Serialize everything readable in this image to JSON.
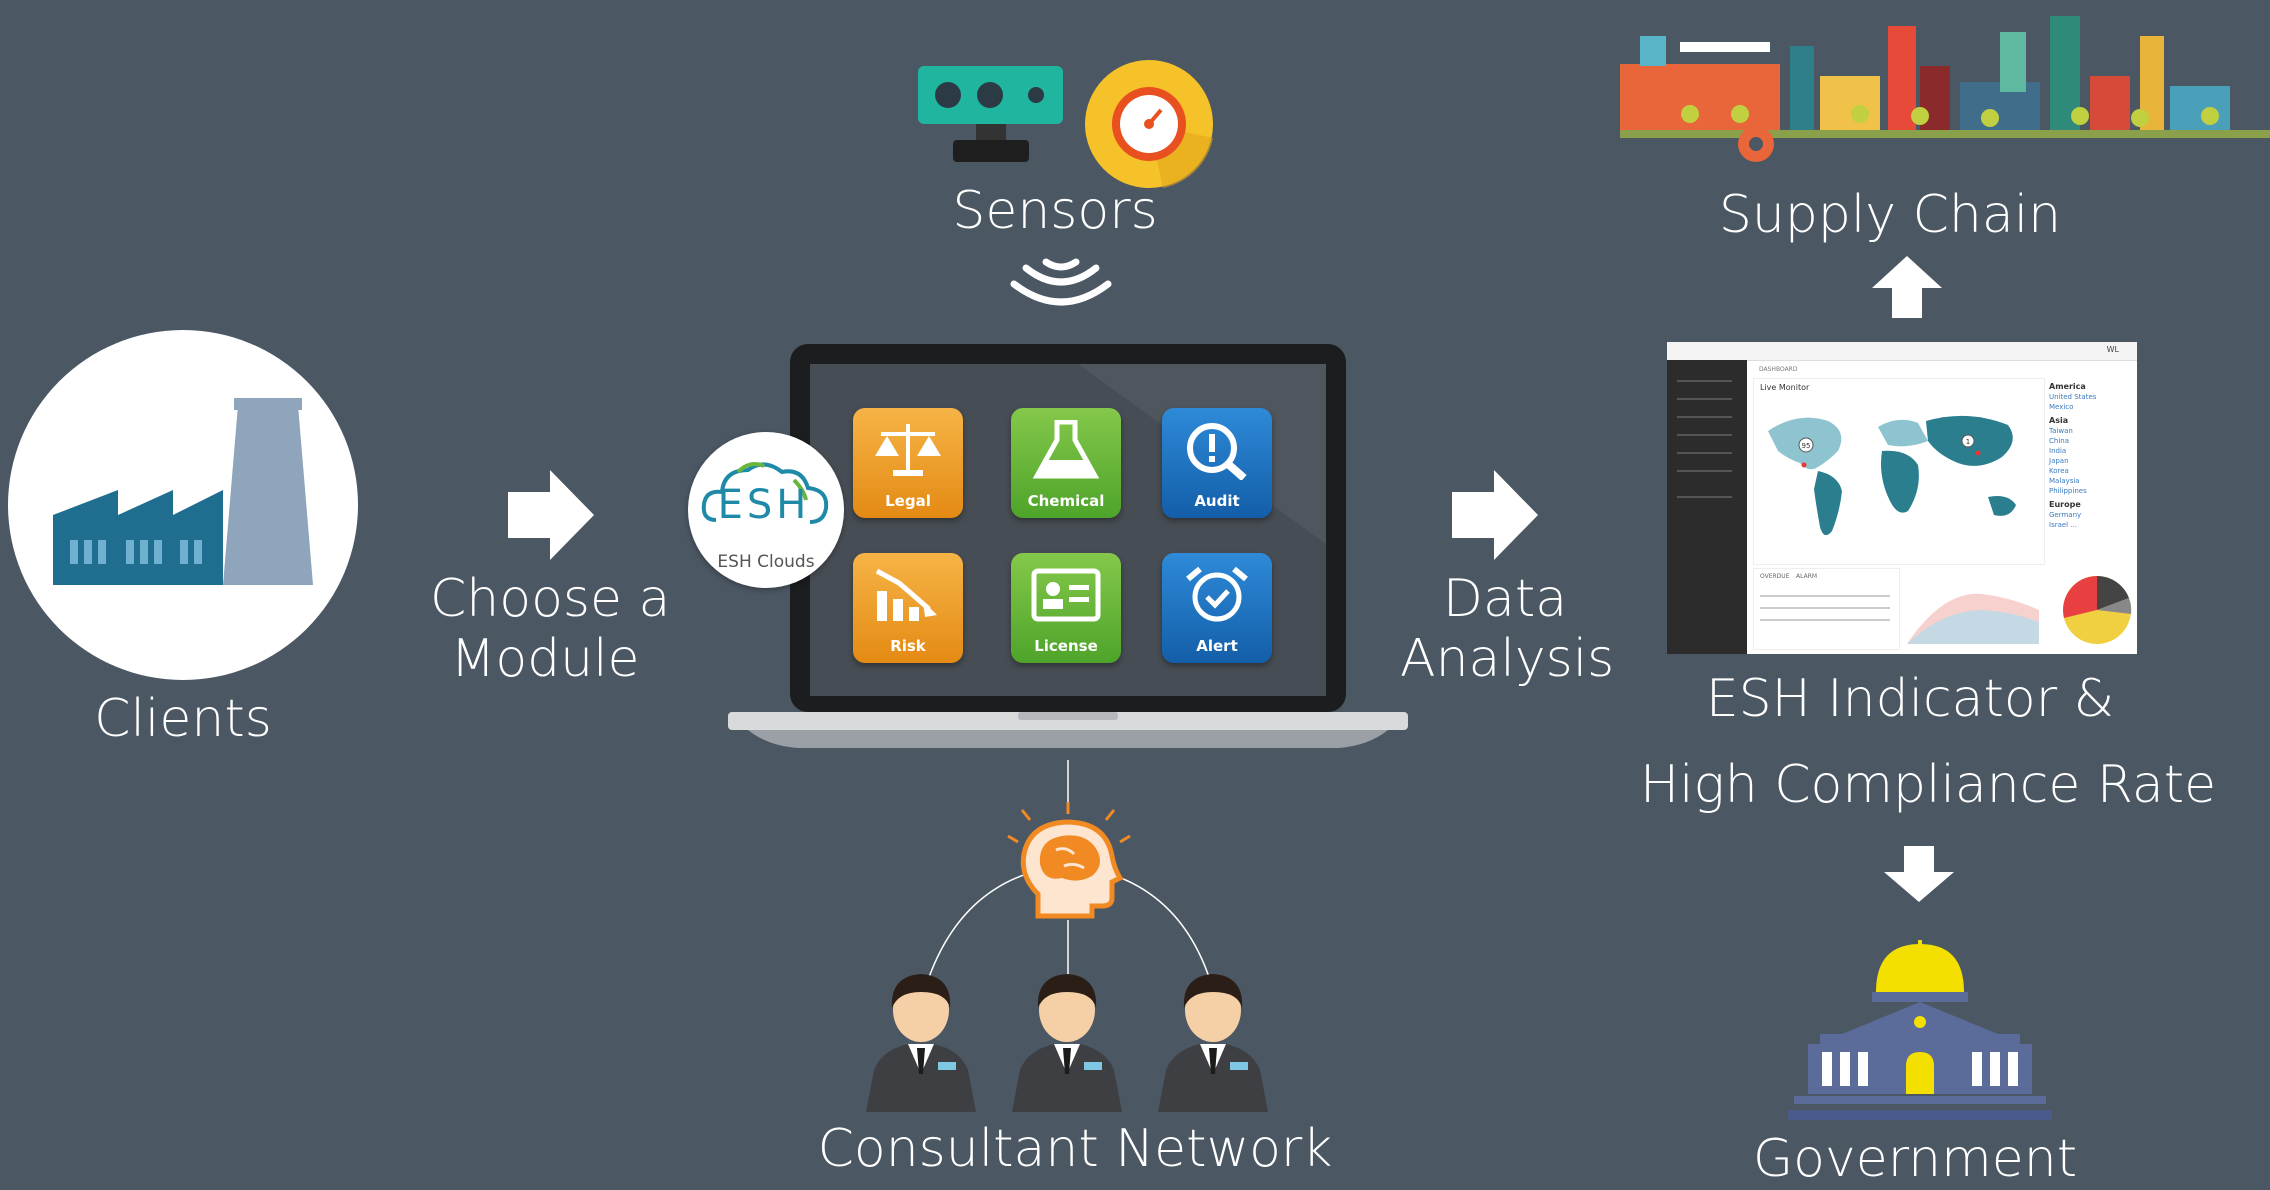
{
  "labels": {
    "clients": "Clients",
    "choose_line1": "Choose a",
    "choose_line2": "Module",
    "sensors": "Sensors",
    "data_line1": "Data",
    "data_line2": "Analysis",
    "supply_chain": "Supply Chain",
    "esh_line1": "ESH Indicator &",
    "esh_line2": "High  Compliance Rate",
    "government": "Government",
    "consultant": "Consultant Network"
  },
  "logo": {
    "letters": "ESH",
    "caption": "ESH Clouds"
  },
  "modules": [
    {
      "label": "Legal",
      "color": "#f0a030"
    },
    {
      "label": "Chemical",
      "color": "#6ab63c"
    },
    {
      "label": "Audit",
      "color": "#1e74c4"
    },
    {
      "label": "Risk",
      "color": "#f0a030"
    },
    {
      "label": "License",
      "color": "#6ab63c"
    },
    {
      "label": "Alert",
      "color": "#1e74c4"
    }
  ],
  "dashboard": {
    "topbar_user": "WL",
    "tab": "DASHBOARD",
    "panel_title": "Live Monitor",
    "map_marker_1": "95",
    "map_marker_2": "1",
    "regions": [
      {
        "name": "America",
        "items": [
          "United States",
          "Mexico"
        ]
      },
      {
        "name": "Asia",
        "items": [
          "Taiwan",
          "China",
          "India",
          "Japan",
          "Korea",
          "Malaysia",
          "Philippines"
        ]
      },
      {
        "name": "Europe",
        "items": [
          "Germany",
          "Israel ..."
        ]
      }
    ],
    "table_tabs": [
      "OVERDUE",
      "ALARM"
    ]
  },
  "colors": {
    "background": "#4b5763",
    "orange": "#f0a030",
    "green": "#6ab63c",
    "blue": "#1e74c4",
    "teal": "#1a8a8a",
    "government": "#5b6b9a",
    "dome": "#f4e000"
  }
}
